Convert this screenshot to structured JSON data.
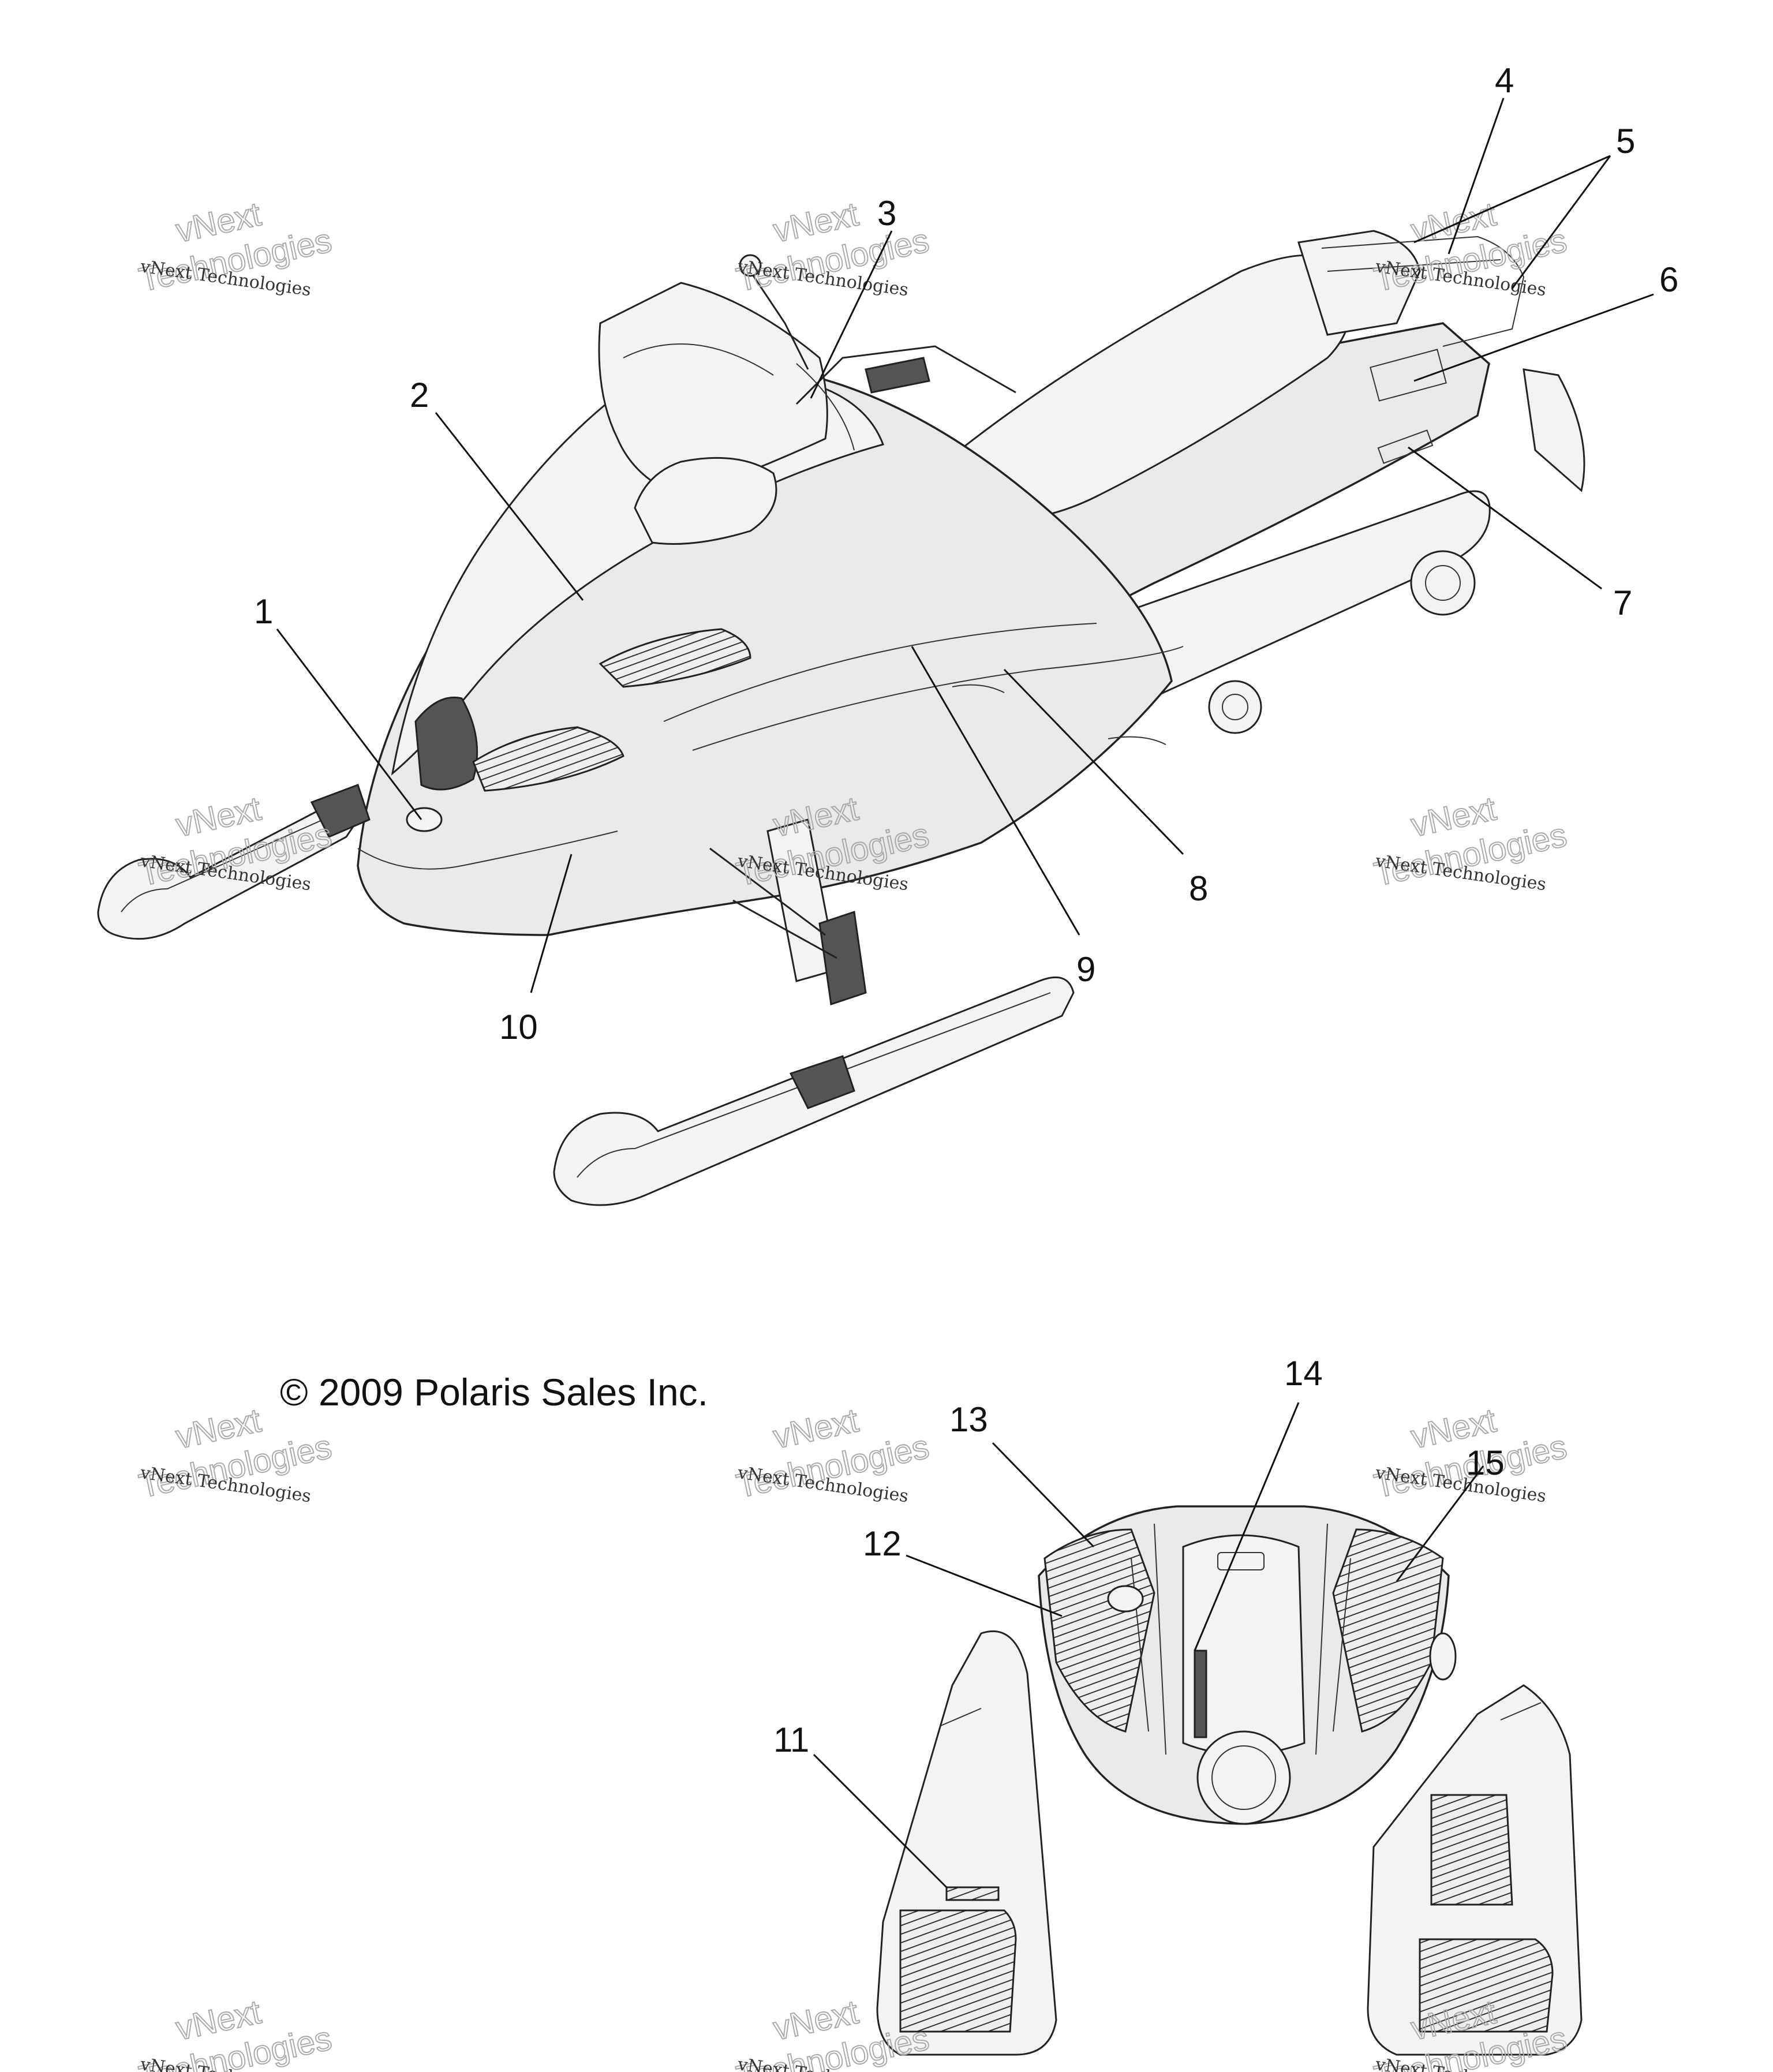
{
  "copyright": "© 2009 Polaris Sales Inc.",
  "watermark": {
    "line1": "vNext Technologies",
    "line2": "vNext",
    "line3": "Technologies"
  },
  "callouts": {
    "c1": "1",
    "c2": "2",
    "c3": "3",
    "c4": "4",
    "c5": "5",
    "c6": "6",
    "c7": "7",
    "c8": "8",
    "c9": "9",
    "c10": "10",
    "c11": "11",
    "c12": "12",
    "c13": "13",
    "c14": "14",
    "c15": "15"
  }
}
